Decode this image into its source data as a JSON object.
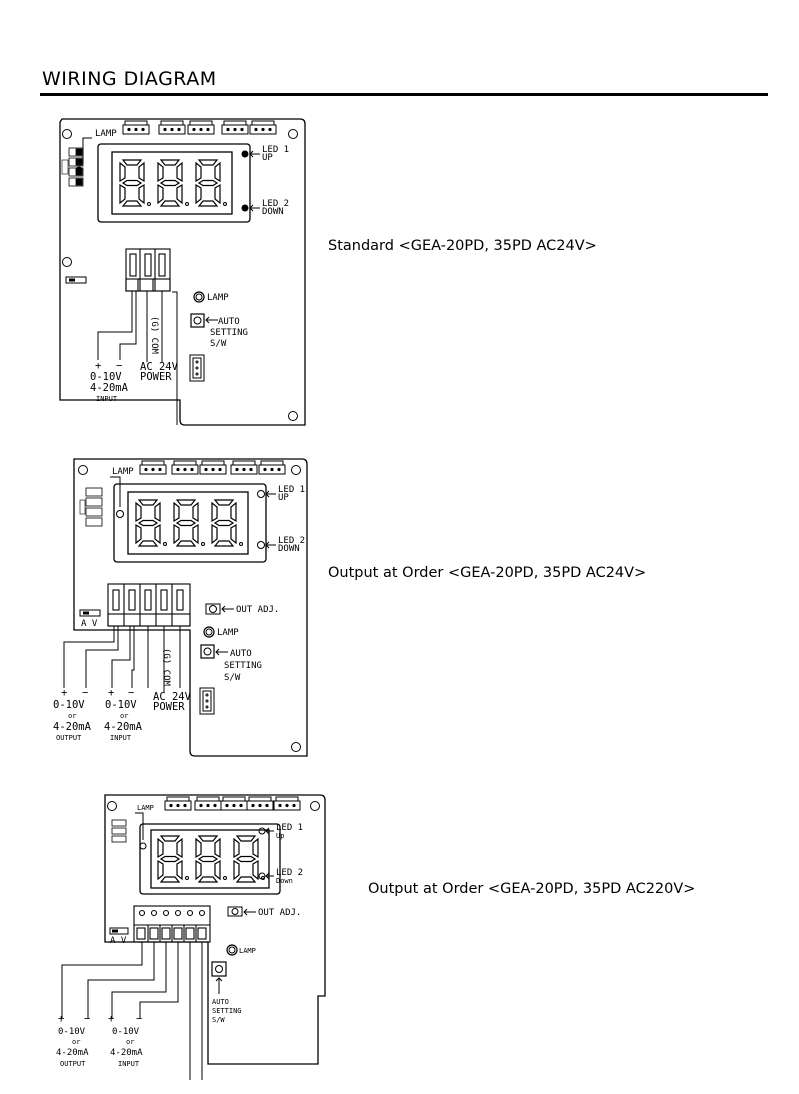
{
  "page": {
    "title": "WIRING DIAGRAM"
  },
  "diagrams": [
    {
      "caption": "Standard    <GEA-20PD, 35PD  AC24V>",
      "labels": {
        "lamp_top": "LAMP",
        "led1": "LED 1",
        "led1_sub": "UP",
        "led2": "LED 2",
        "led2_sub": "DOWN",
        "lamp": "LAMP",
        "auto": "AUTO",
        "setting": "SETTING",
        "sw": "S/W",
        "com": "(G) COM",
        "input_range": "0-10V",
        "input_alt": "4-20mA",
        "input_name": "INPUT",
        "power1": "AC 24V",
        "power2": "POWER",
        "plus": "+",
        "minus": "−"
      }
    },
    {
      "caption": "Output at Order  <GEA-20PD, 35PD   AC24V>",
      "labels": {
        "lamp_top": "LAMP",
        "led1": "LED 1",
        "led1_sub": "UP",
        "led2": "LED 2",
        "led2_sub": "DOWN",
        "out_adj": "OUT ADJ.",
        "lamp": "LAMP",
        "auto": "AUTO",
        "setting": "SETTING",
        "sw": "S/W",
        "com": "(G) COM",
        "av": "A  V",
        "out_range": "0-10V",
        "out_or": "or",
        "out_alt": "4-20mA",
        "out_name": "OUTPUT",
        "in_range": "0-10V",
        "in_or": "or",
        "in_alt": "4-20mA",
        "in_name": "INPUT",
        "power1": "AC 24V",
        "power2": "POWER",
        "plus": "+",
        "minus": "−"
      }
    },
    {
      "caption": "Output at Order    <GEA-20PD, 35PD    AC220V>",
      "labels": {
        "lamp_top": "LAMP",
        "led1": "LED 1",
        "led1_sub": "Up",
        "led2": "LED 2",
        "led2_sub": "Down",
        "out_adj": "OUT ADJ.",
        "lamp": "LAMP",
        "auto": "AUTO",
        "setting": "SETTING",
        "sw": "S/W",
        "av": "A  V",
        "out_range": "0-10V",
        "out_or": "or",
        "out_alt": "4-20mA",
        "out_name": "OUTPUT",
        "in_range": "0-10V",
        "in_or": "or",
        "in_alt": "4-20mA",
        "in_name": "INPUT",
        "plus": "+",
        "minus": "−"
      }
    }
  ]
}
